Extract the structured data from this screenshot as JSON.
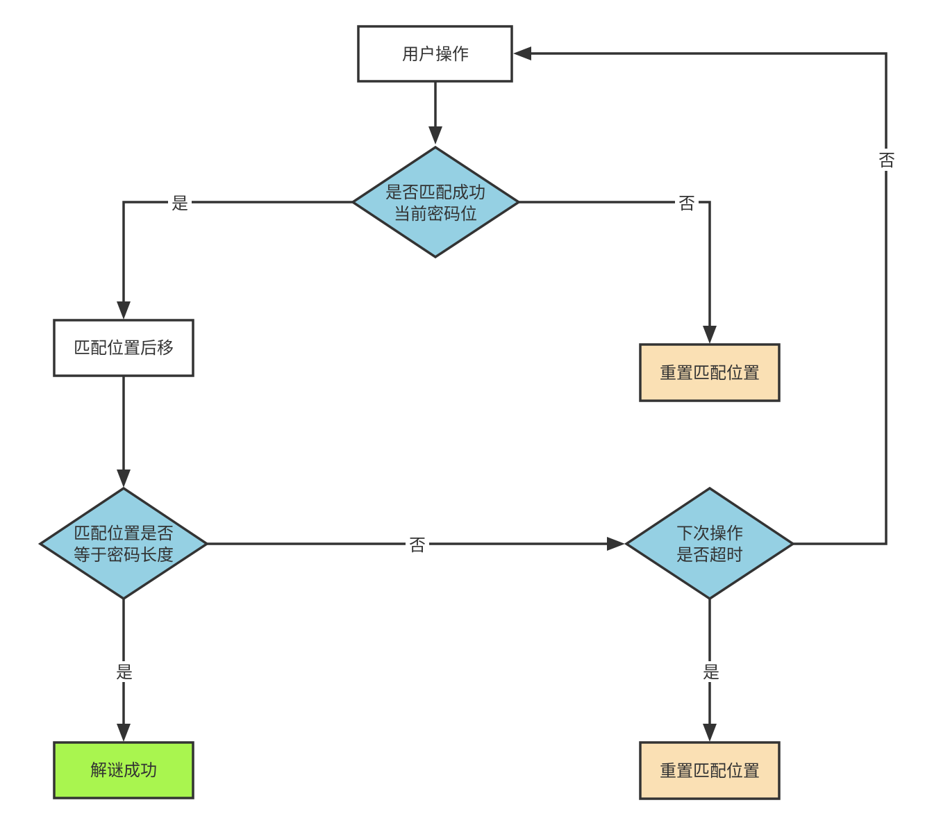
{
  "nodes": {
    "user_op": {
      "label": "用户操作",
      "fill": "#ffffff"
    },
    "match_current": {
      "lines": [
        "是否匹配成功",
        "当前密码位"
      ],
      "fill": "#95d0e3"
    },
    "shift_match": {
      "label": "匹配位置后移",
      "fill": "#ffffff"
    },
    "reset_1": {
      "label": "重置匹配位置",
      "fill": "#fae0b4"
    },
    "pos_equals_len": {
      "lines": [
        "匹配位置是否",
        "等于密码长度"
      ],
      "fill": "#95d0e3"
    },
    "next_timeout": {
      "lines": [
        "下次操作",
        "是否超时"
      ],
      "fill": "#95d0e3"
    },
    "solved": {
      "label": "解谜成功",
      "fill": "#a9f54f"
    },
    "reset_2": {
      "label": "重置匹配位置",
      "fill": "#fae0b4"
    }
  },
  "edges": {
    "match_yes": "是",
    "match_no": "否",
    "len_no": "否",
    "len_yes": "是",
    "timeout_yes": "是",
    "timeout_no": "否"
  }
}
